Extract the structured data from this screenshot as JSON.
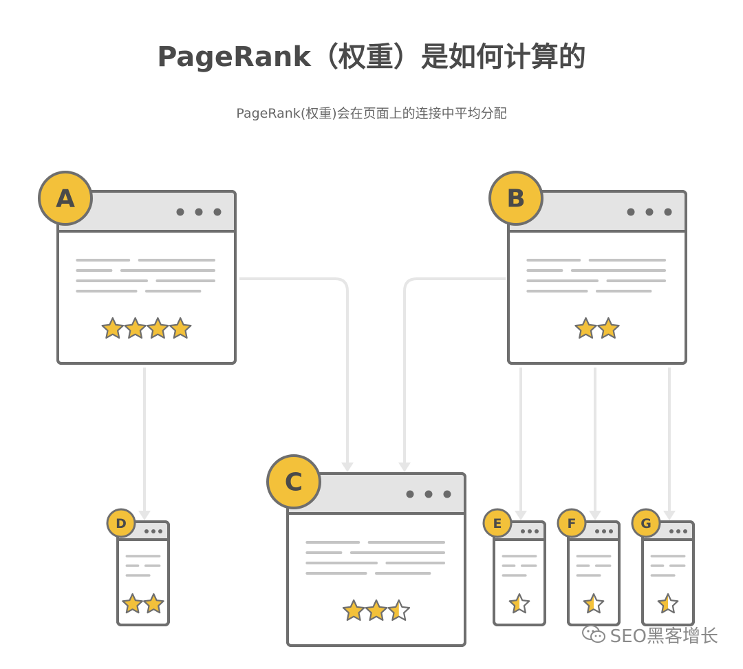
{
  "title": "PageRank（权重）是如何计算的",
  "subtitle": "PageRank(权重)会在页面上的连接中平均分配",
  "colors": {
    "badge": "#f3c13a",
    "outline": "#6e6e6e",
    "header": "#e4e4e4",
    "arrow": "#e6e6e6",
    "text_line": "#c4c4c4",
    "star": "#f3c13a"
  },
  "nodes": [
    {
      "id": "A",
      "label": "A",
      "stars": 4
    },
    {
      "id": "B",
      "label": "B",
      "stars": 2
    },
    {
      "id": "C",
      "label": "C",
      "stars": 2.5
    },
    {
      "id": "D",
      "label": "D",
      "stars": 2
    },
    {
      "id": "E",
      "label": "E",
      "stars": 0.5
    },
    {
      "id": "F",
      "label": "F",
      "stars": 0.5
    },
    {
      "id": "G",
      "label": "G",
      "stars": 0.5
    }
  ],
  "links": [
    {
      "from": "A",
      "to": "C"
    },
    {
      "from": "A",
      "to": "D"
    },
    {
      "from": "B",
      "to": "C"
    },
    {
      "from": "B",
      "to": "E"
    },
    {
      "from": "B",
      "to": "F"
    },
    {
      "from": "B",
      "to": "G"
    }
  ],
  "watermark": {
    "text": "SEO黑客增长",
    "icon": "wechat-icon"
  }
}
